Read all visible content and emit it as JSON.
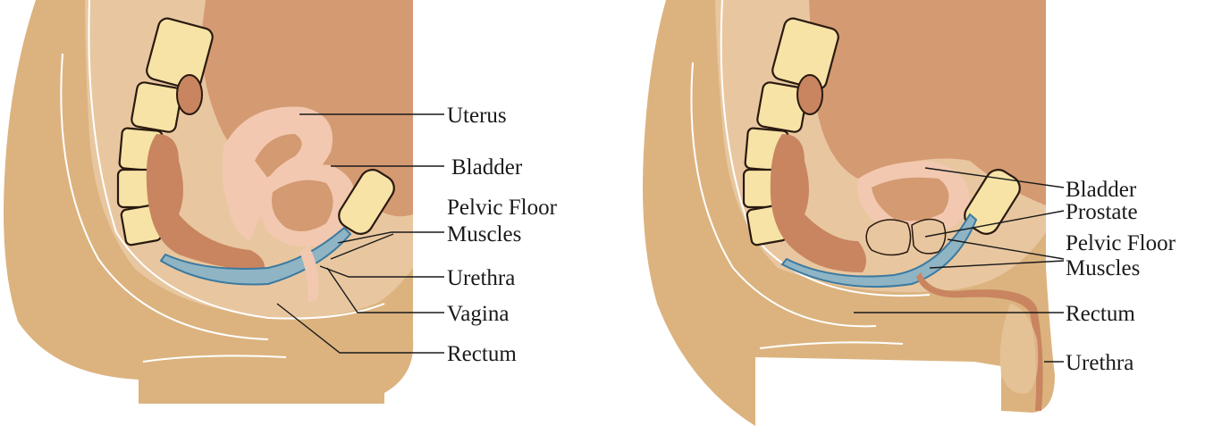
{
  "figure": {
    "female": {
      "labels": {
        "uterus": "Uterus",
        "bladder": "Bladder",
        "pelvic_floor_line1": "Pelvic Floor",
        "pelvic_floor_line2": "Muscles",
        "urethra": "Urethra",
        "vagina": "Vagina",
        "rectum": "Rectum"
      }
    },
    "male": {
      "labels": {
        "bladder": "Bladder",
        "prostate": "Prostate",
        "pelvic_floor_line1": "Pelvic Floor",
        "pelvic_floor_line2": "Muscles",
        "rectum": "Rectum",
        "urethra": "Urethra"
      }
    }
  },
  "colors": {
    "skin": "#dcb37f",
    "organ": "#d49a72",
    "bone": "#f7e3a6",
    "muscle": "#8fb4c4"
  }
}
